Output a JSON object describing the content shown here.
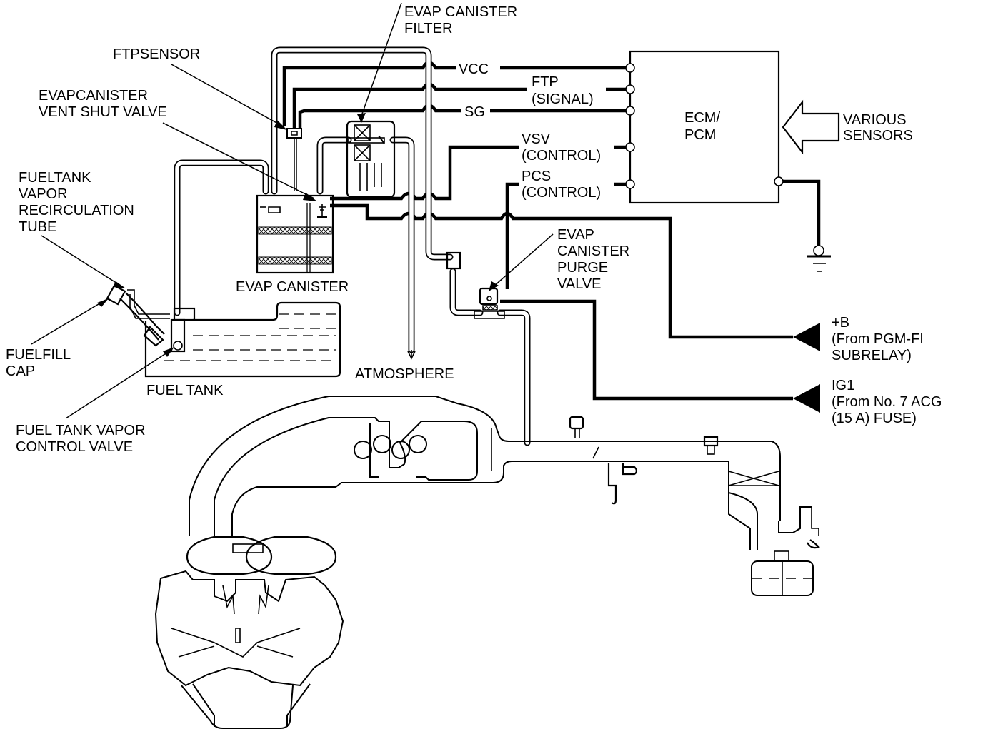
{
  "diagram": {
    "title": "EVAP system diagram",
    "labels": {
      "evap_canister_filter": [
        "EVAP CANISTER",
        "FILTER"
      ],
      "ftp_sensor": "FTPSENSOR",
      "vent_shut_valve": [
        "EVAPCANISTER",
        "VENT SHUT VALVE"
      ],
      "recirc_tube": [
        "FUELTANK",
        "VAPOR",
        "RECIRCULATION",
        "TUBE"
      ],
      "fuel_fill_cap": [
        "FUELFILL",
        "CAP"
      ],
      "fuel_tank": "FUEL TANK",
      "vapor_control_valve": [
        "FUEL TANK VAPOR",
        "CONTROL VALVE"
      ],
      "evap_canister": "EVAP CANISTER",
      "atmosphere": "ATMOSPHERE",
      "purge_valve": [
        "EVAP",
        "CANISTER",
        "PURGE",
        "VALVE"
      ],
      "ecm": [
        "ECM/",
        "PCM"
      ],
      "various_sensors": [
        "VARIOUS",
        "SENSORS"
      ],
      "power_b": [
        "+B",
        "(From PGM-FI",
        "SUBRELAY)"
      ],
      "power_ig1": [
        "IG1",
        "(From No. 7 ACG",
        "(15 A) FUSE)"
      ]
    },
    "signals": [
      {
        "name": "VCC"
      },
      {
        "name": "FTP",
        "sub": "(SIGNAL)"
      },
      {
        "name": "SG"
      },
      {
        "name": "VSV",
        "sub": "(CONTROL)"
      },
      {
        "name": "PCS",
        "sub": "(CONTROL)"
      }
    ],
    "colors": {
      "line": "#000000",
      "background": "#ffffff"
    }
  }
}
